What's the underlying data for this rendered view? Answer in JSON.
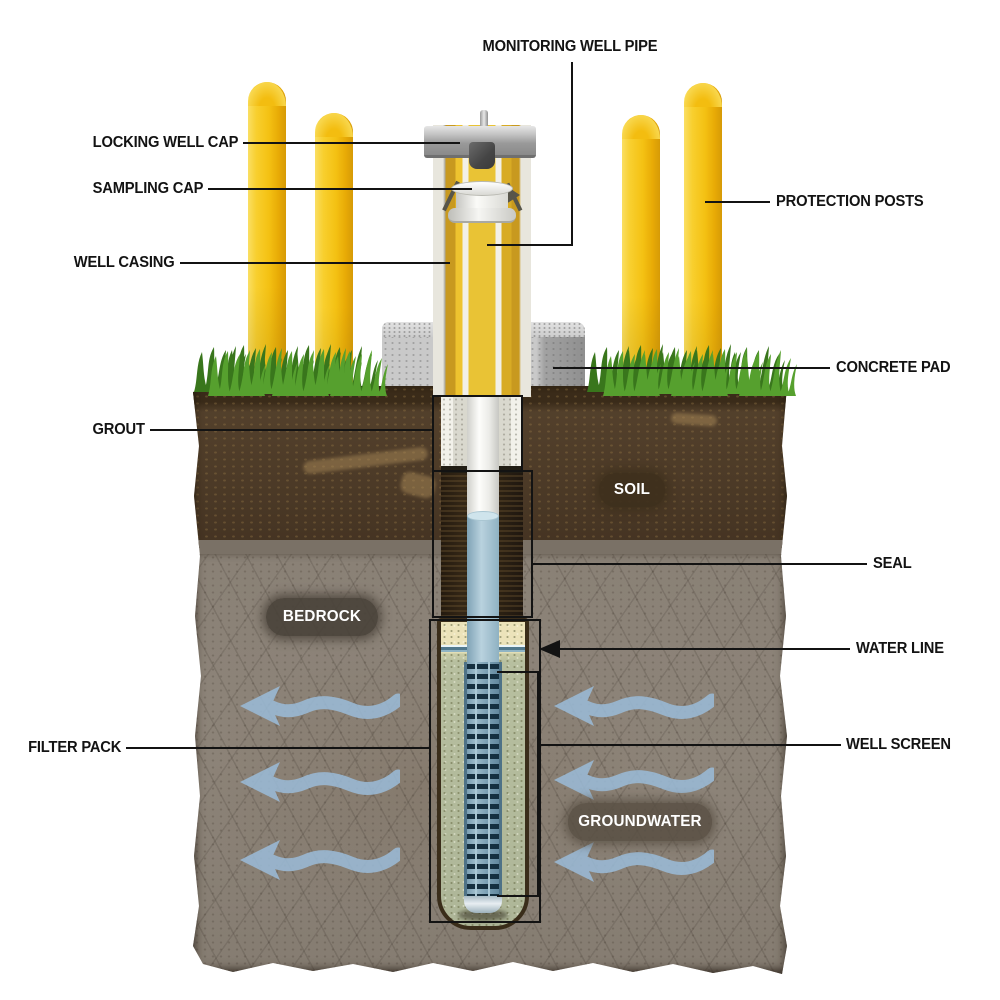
{
  "labels": {
    "monitoring_well_pipe": "MONITORING WELL PIPE",
    "locking_well_cap": "LOCKING WELL CAP",
    "sampling_cap": "SAMPLING CAP",
    "well_casing": "WELL CASING",
    "protection_posts": "PROTECTION POSTS",
    "concrete_pad": "CONCRETE PAD",
    "grout": "GROUT",
    "seal": "SEAL",
    "water_line": "WATER LINE",
    "filter_pack": "FILTER PACK",
    "well_screen": "WELL SCREEN"
  },
  "badges": {
    "soil": "SOIL",
    "bedrock": "BEDROCK",
    "groundwater": "GROUNDWATER"
  },
  "colors": {
    "post_yellow": "#F4C113",
    "soil_brown": "#4C3A27",
    "bedrock_gray": "#8D8479",
    "seal_dark_brown": "#2C2113",
    "grout_gray": "#D9D8CE",
    "filter_pack_sand": "#ECE3BA",
    "filter_pack_submerged": "#B7BF9F",
    "groundwater_blue": "#9BBCD9",
    "screen_blue": "#7BA0B4",
    "concrete_gray": "#C9C9C9",
    "grass_green": "#56A02E",
    "label_black": "#131313"
  }
}
